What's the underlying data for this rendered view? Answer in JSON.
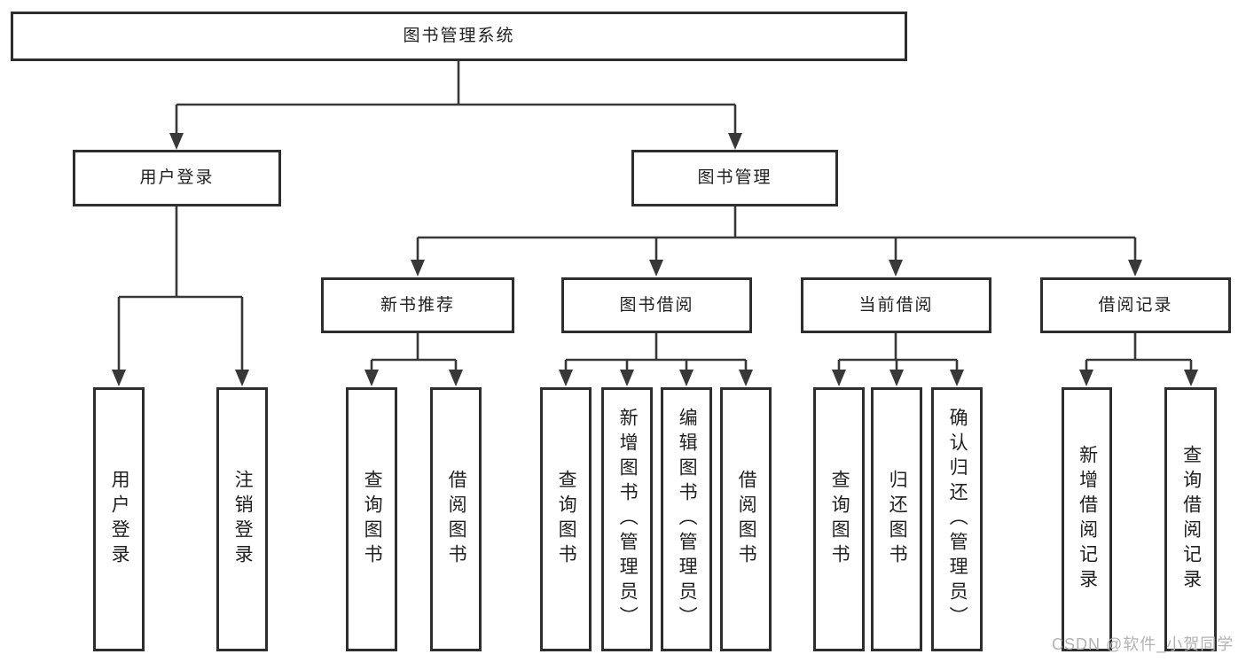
{
  "colors": {
    "line": "#383838",
    "box_border": "#2e2e2e",
    "box_fill": "#ffffff",
    "text": "#212121",
    "watermark": "#b3b3b3",
    "background": "#ffffff"
  },
  "watermark": "CSDN @软件_小贺同学",
  "tree": {
    "root": "图书管理系统",
    "user_login": {
      "label": "用户登录",
      "children": {
        "login": "用户登录",
        "logout": "注销登录"
      }
    },
    "book_mgmt": {
      "label": "图书管理",
      "children": {
        "new_book_rec": {
          "label": "新书推荐",
          "children": {
            "query": "查询图书",
            "borrow": "借阅图书"
          }
        },
        "book_borrow": {
          "label": "图书借阅",
          "children": {
            "query": "查询图书",
            "add": "新增图书（管理员）",
            "edit": "编辑图书（管理员）",
            "borrow": "借阅图书"
          }
        },
        "current_borrow": {
          "label": "当前借阅",
          "children": {
            "query": "查询图书",
            "return": "归还图书",
            "confirm": "确认归还（管理员）"
          }
        },
        "borrow_record": {
          "label": "借阅记录",
          "children": {
            "add": "新增借阅记录",
            "query": "查询借阅记录"
          }
        }
      }
    }
  }
}
